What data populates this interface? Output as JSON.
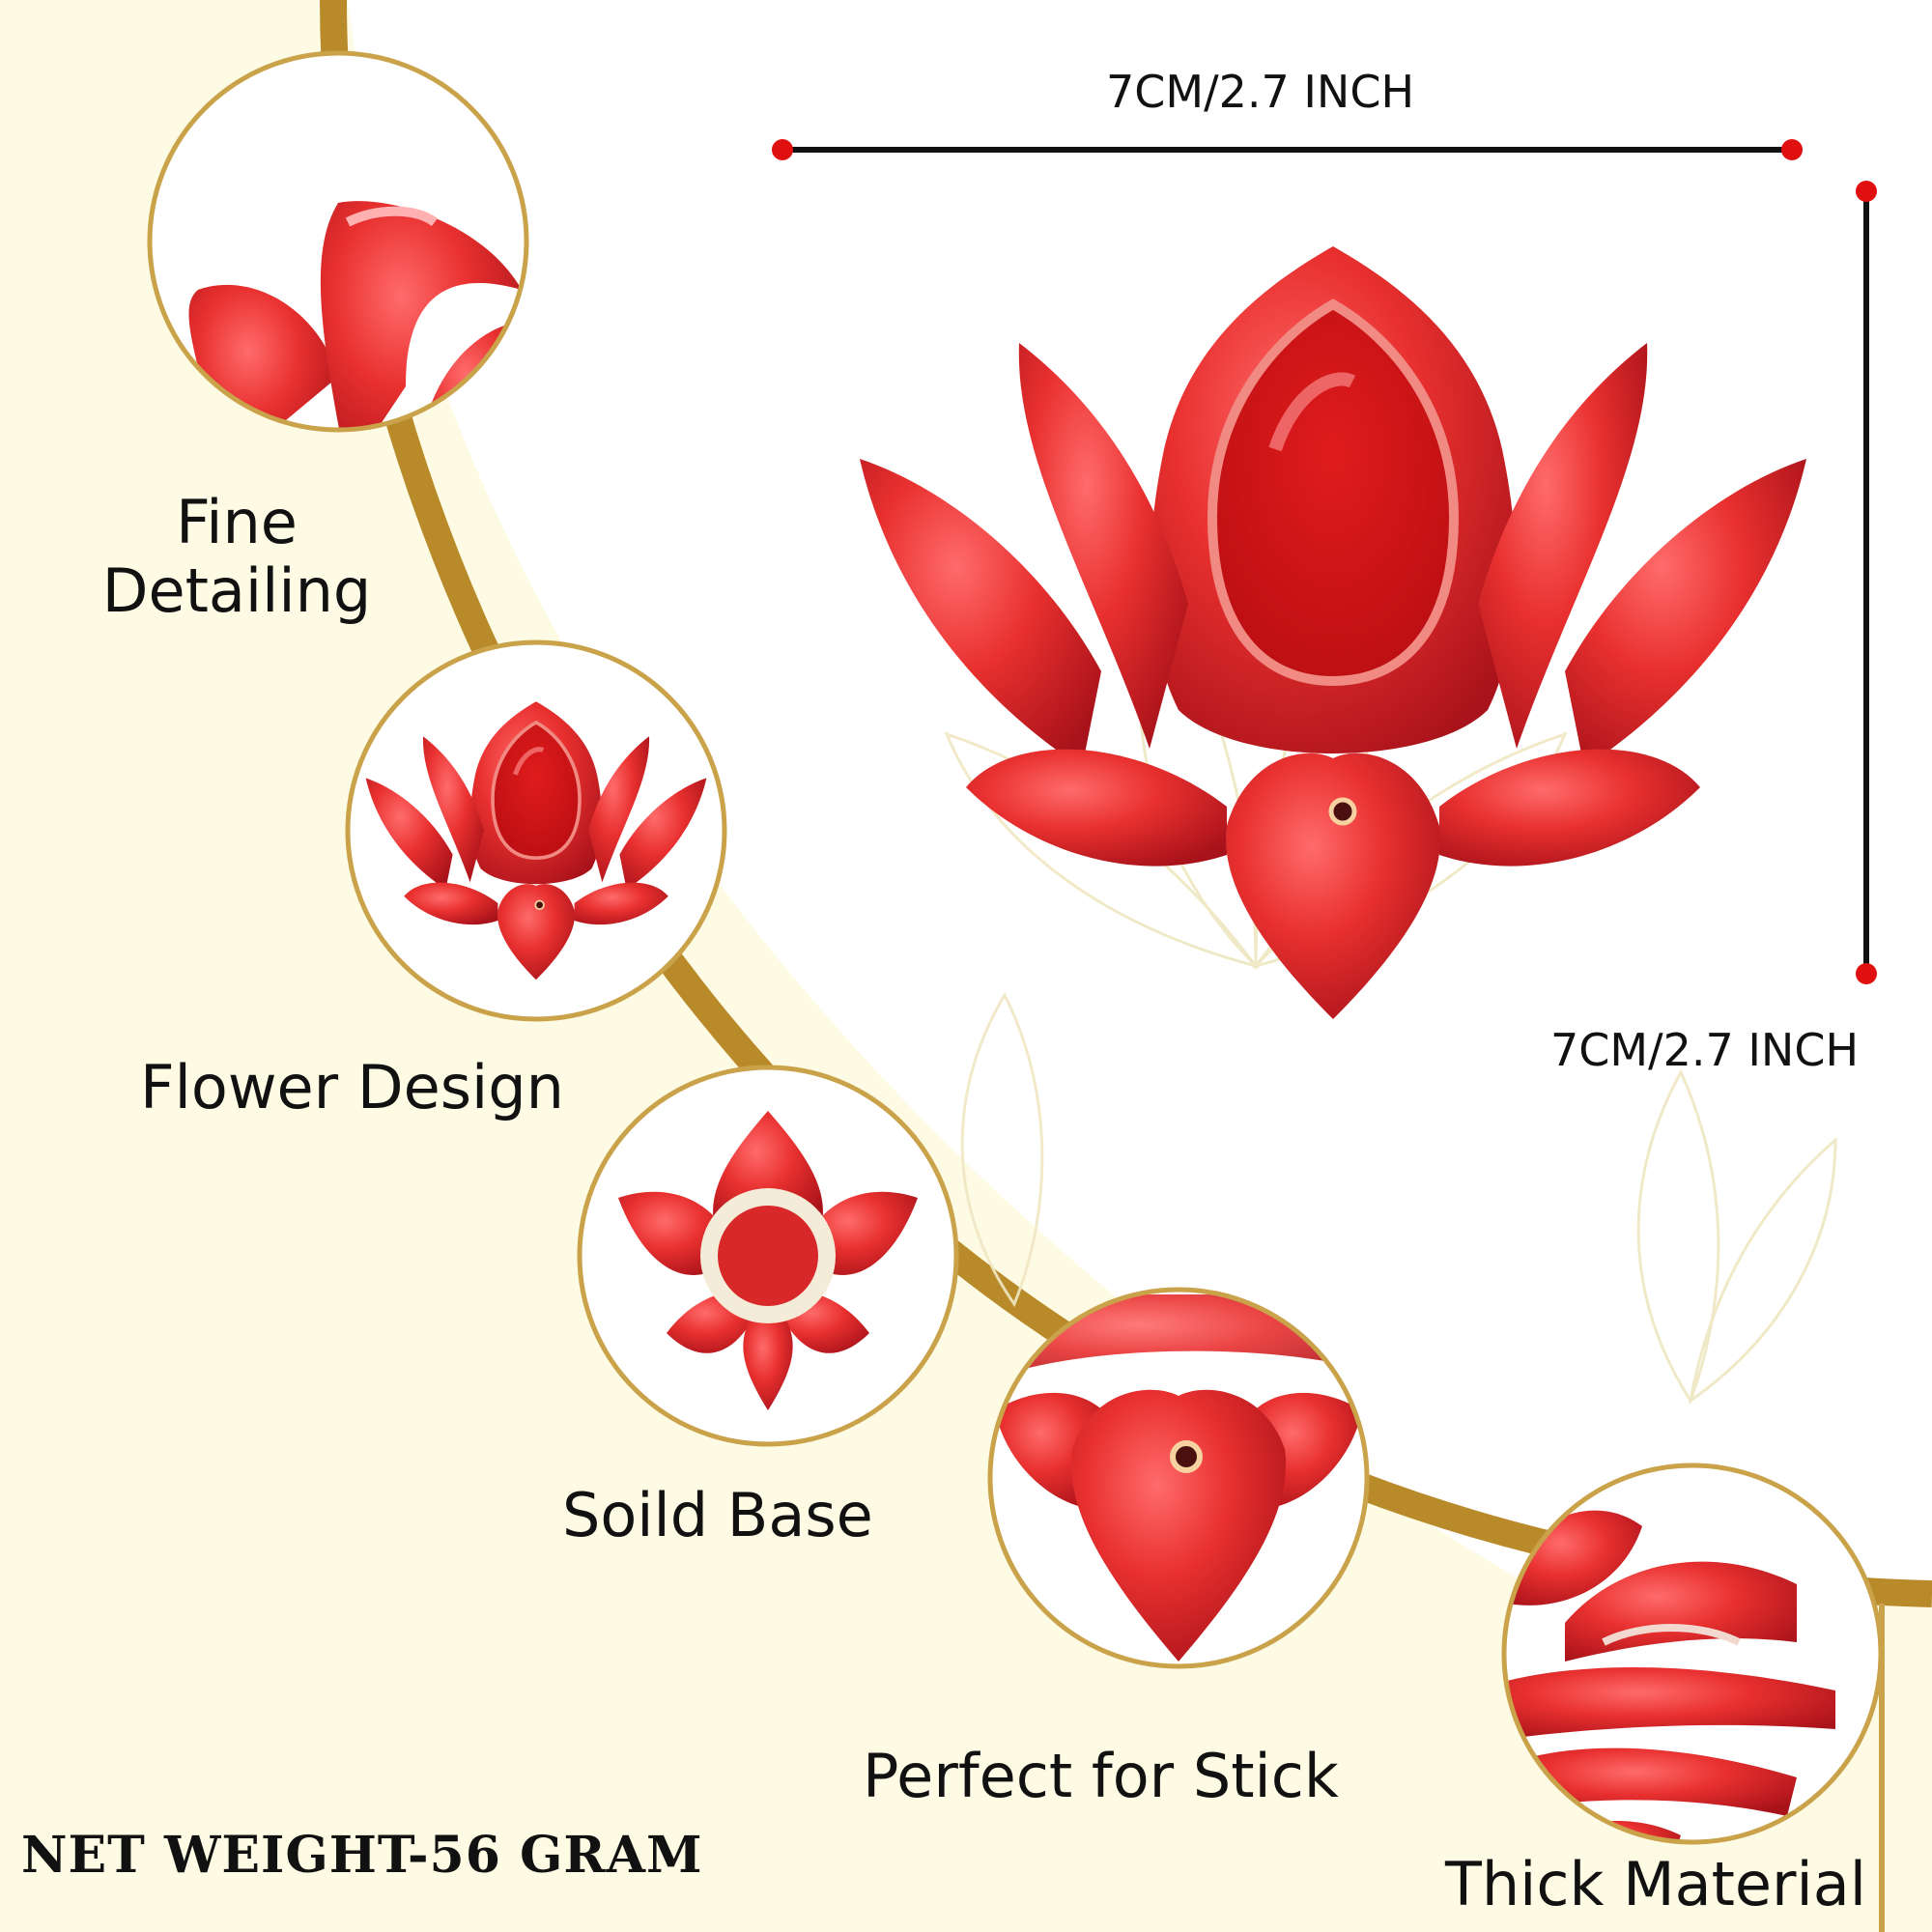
{
  "measurements": {
    "width_label": "7CM/2.7 INCH",
    "height_label": "7CM/2.7 INCH"
  },
  "features": [
    {
      "id": "fine-detailing",
      "line1": "Fine",
      "line2": "Detailing"
    },
    {
      "id": "flower-design",
      "label": "Flower Design"
    },
    {
      "id": "solid-base",
      "label": "Soild Base"
    },
    {
      "id": "perfect-for-stick",
      "label": "Perfect for Stick"
    },
    {
      "id": "thick-material",
      "label": "Thick Material"
    }
  ],
  "net_weight": "NET WEIGHT-56 GRAM",
  "colors": {
    "background_cream": "#fdfbe3",
    "gold_accent": "#b98a2a",
    "product_red": "#e0262b",
    "dimension_marker": "#e01010"
  },
  "product": "red lotus incense holder"
}
